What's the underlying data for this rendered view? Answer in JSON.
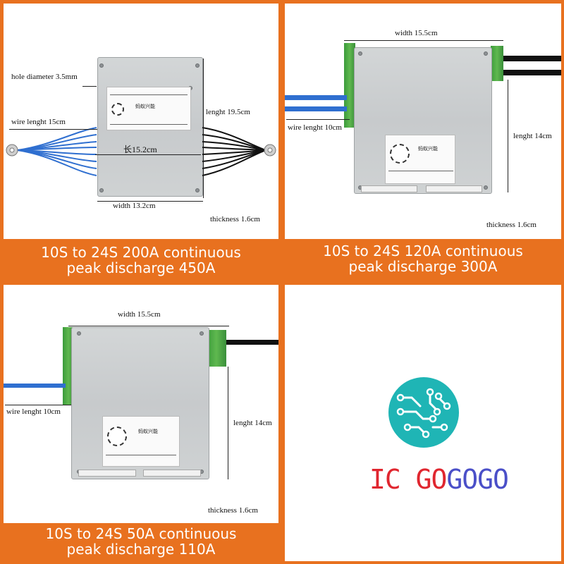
{
  "panels": [
    {
      "banner_line1": "10S to 24S 200A continuous",
      "banner_line2": "peak discharge 450A",
      "labels": {
        "hole": "hole diameter 3.5mm",
        "wire": "wire lenght 15cm",
        "length": "lenght 19.5cm",
        "inner_width": "长15.2cm",
        "width": "width 13.2cm",
        "thickness": "thickness 1.6cm"
      }
    },
    {
      "banner_line1": "10S to 24S 120A continuous",
      "banner_line2": "peak discharge 300A",
      "labels": {
        "width": "width 15.5cm",
        "wire": "wire lenght 10cm",
        "length": "lenght 14cm",
        "thickness": "thickness 1.6cm"
      }
    },
    {
      "banner_line1": "10S to 24S 50A continuous",
      "banner_line2": "peak discharge 110A",
      "labels": {
        "width": "width 15.5cm",
        "wire": "wire lenght 10cm",
        "length": "lenght 14cm",
        "thickness": "thickness 1.6cm"
      }
    }
  ],
  "logo": {
    "text_red": "IC GO",
    "text_blue": "GOGO",
    "colors": {
      "red": "#e0262f",
      "teal": "#1fb5b5",
      "blue": "#4a4fc8"
    },
    "icon": "circuit-chip-icon"
  },
  "colors": {
    "orange": "#e8711f",
    "blue_wire": "#2f6fd0",
    "black_wire": "#111111",
    "green_pcb": "#4fae47"
  }
}
